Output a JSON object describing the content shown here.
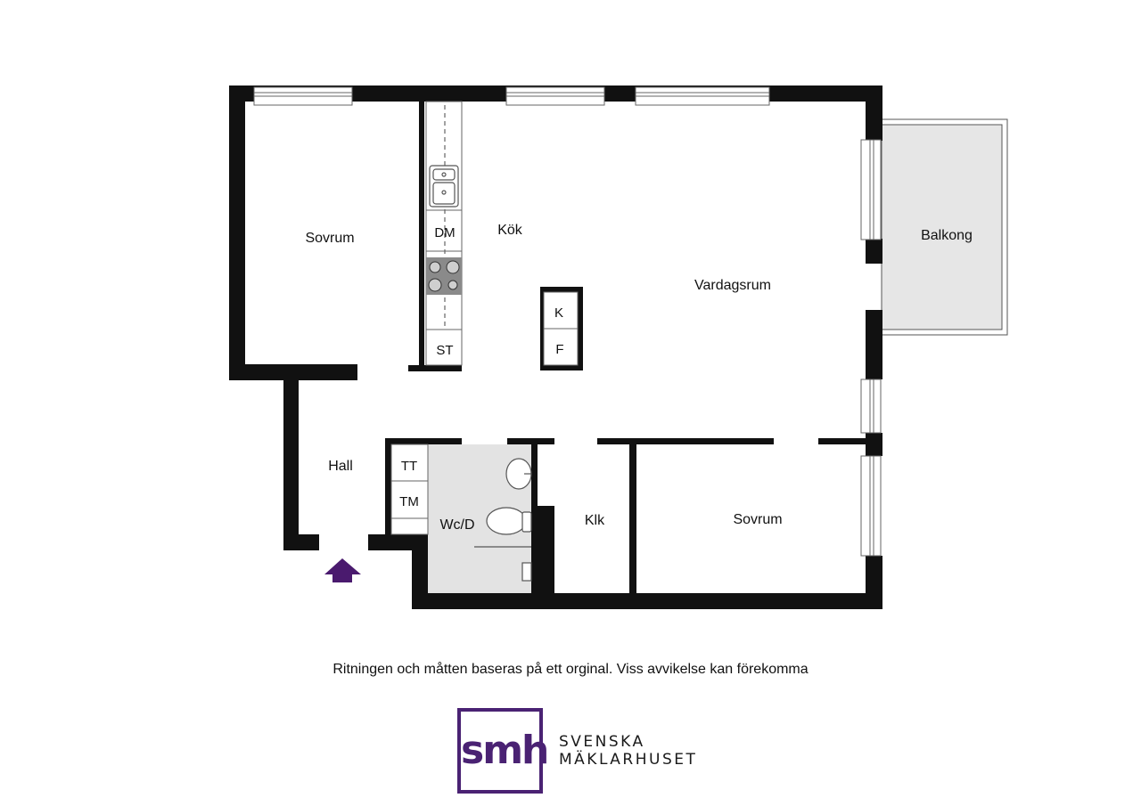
{
  "rooms": {
    "sovrum_1": "Sovrum",
    "kok": "Kök",
    "vardagsrum": "Vardagsrum",
    "balkong": "Balkong",
    "hall": "Hall",
    "wc": "Wc/D",
    "klk": "Klk",
    "sovrum_2": "Sovrum"
  },
  "appliances": {
    "dm": "DM",
    "st": "ST",
    "k": "K",
    "f": "F",
    "tt": "TT",
    "tm": "TM"
  },
  "disclaimer": "Ritningen och måtten baseras på ett orginal. Viss avvikelse kan förekomma",
  "logo": {
    "mark": "smh",
    "line1": "SVENSKA",
    "line2": "MÄKLARHUSET"
  },
  "colors": {
    "wall": "#111111",
    "brand": "#4a2273",
    "wet_room": "#e3e3e3",
    "balcony": "#e6e6e6",
    "entrance_arrow": "#4a1a6e"
  },
  "icons": {
    "entrance": "entrance-arrow-icon",
    "sink": "kitchen-sink-icon",
    "stove": "stove-icon",
    "toilet": "toilet-icon",
    "washbasin": "washbasin-icon"
  }
}
